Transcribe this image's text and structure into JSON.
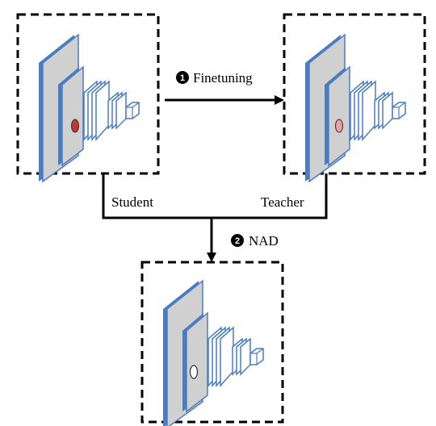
{
  "diagram": {
    "steps": [
      {
        "number": "1",
        "label": "Finetuning"
      },
      {
        "number": "2",
        "label": "NAD"
      }
    ],
    "roles": {
      "student": "Student",
      "teacher": "Teacher"
    },
    "networks": [
      {
        "role": "student",
        "marker_color": "#c0392b",
        "icon": "cnn-network-icon"
      },
      {
        "role": "teacher",
        "marker_color": "#e8a0a0",
        "icon": "cnn-network-icon"
      },
      {
        "role": "result",
        "marker_color": "#ffffff",
        "icon": "cnn-network-icon"
      }
    ],
    "colors": {
      "layer_fill": "#d0d0d0",
      "layer_edge": "#4a7cc0",
      "box_border": "#000000"
    }
  }
}
